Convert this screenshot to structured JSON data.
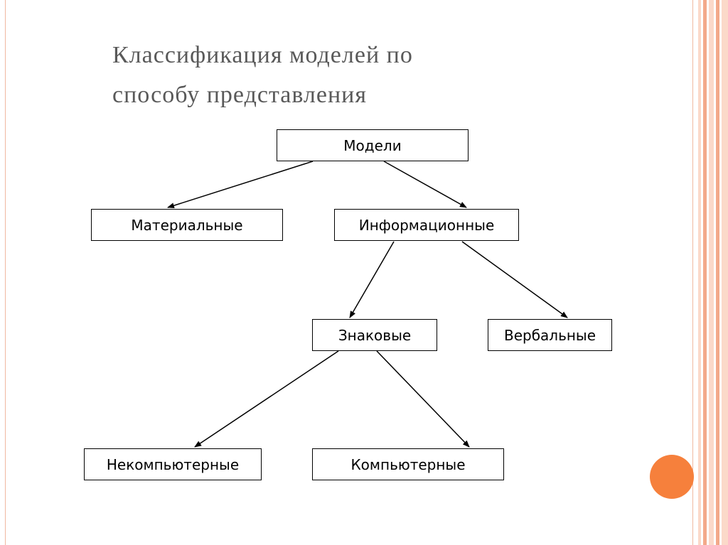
{
  "slide": {
    "title_line1": "Классификация моделей по",
    "title_line2": "способу представления"
  },
  "diagram": {
    "nodes": {
      "models": "Модели",
      "material": "Материальные",
      "informational": "Информационные",
      "sign": "Знаковые",
      "verbal": "Вербальные",
      "non_computer": "Некомпьютерные",
      "computer": "Компьютерные"
    }
  },
  "colors": {
    "frame": "#f0b8a0",
    "stripe_dark": "#f3a98a",
    "stripe_light": "#fbd9c9",
    "accent_circle": "#f6803c",
    "title": "#595959"
  }
}
